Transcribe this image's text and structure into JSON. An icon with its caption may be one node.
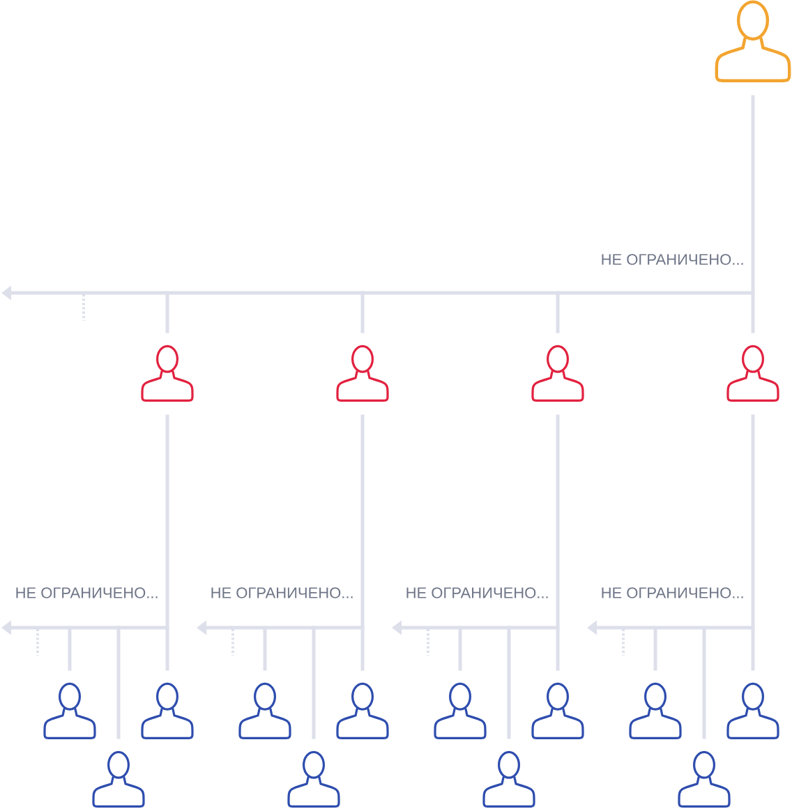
{
  "diagram": {
    "nodes": [
      {
        "text": [],
        "shape": "person"
      },
      {
        "text": [],
        "shape": "person"
      },
      {
        "text": [],
        "shape": "person"
      },
      {
        "text": [],
        "shape": "person"
      },
      {
        "text": [],
        "shape": "person"
      },
      {
        "text": [],
        "shape": "person"
      },
      {
        "text": [],
        "shape": "person"
      },
      {
        "text": [],
        "shape": "person"
      },
      {
        "text": [],
        "shape": "person"
      },
      {
        "text": [],
        "shape": "person"
      },
      {
        "text": [],
        "shape": "person"
      },
      {
        "text": [],
        "shape": "person"
      },
      {
        "text": [],
        "shape": "person"
      },
      {
        "text": [],
        "shape": "person"
      },
      {
        "text": [],
        "shape": "person"
      },
      {
        "text": [],
        "shape": "person"
      },
      {
        "text": [],
        "shape": "person"
      }
    ],
    "edges": [
      {
        "from": 0,
        "to": 1,
        "arrow": "none"
      },
      {
        "from": 0,
        "to": 2,
        "arrow": "none"
      },
      {
        "from": 0,
        "to": 3,
        "arrow": "none"
      },
      {
        "from": 0,
        "to": 4,
        "arrow": "none"
      },
      {
        "from": 0,
        "to": null,
        "arrow": "to",
        "label": "НЕ ОГРАНИЧЕНО..."
      },
      {
        "from": 1,
        "to": 5,
        "arrow": "none"
      },
      {
        "from": 1,
        "to": 13,
        "arrow": "none"
      },
      {
        "from": 1,
        "to": 6,
        "arrow": "none"
      },
      {
        "from": 1,
        "to": null,
        "arrow": "to",
        "label": "НЕ ОГРАНИЧЕНО..."
      },
      {
        "from": 2,
        "to": 7,
        "arrow": "none"
      },
      {
        "from": 2,
        "to": 14,
        "arrow": "none"
      },
      {
        "from": 2,
        "to": 8,
        "arrow": "none"
      },
      {
        "from": 2,
        "to": null,
        "arrow": "to",
        "label": "НЕ ОГРАНИЧЕНО..."
      },
      {
        "from": 3,
        "to": 9,
        "arrow": "none"
      },
      {
        "from": 3,
        "to": 15,
        "arrow": "none"
      },
      {
        "from": 3,
        "to": 10,
        "arrow": "none"
      },
      {
        "from": 3,
        "to": null,
        "arrow": "to",
        "label": "НЕ ОГРАНИЧЕНО..."
      },
      {
        "from": 4,
        "to": 11,
        "arrow": "none"
      },
      {
        "from": 4,
        "to": 16,
        "arrow": "none"
      },
      {
        "from": 4,
        "to": 12,
        "arrow": "none"
      },
      {
        "from": 4,
        "to": null,
        "arrow": "to",
        "label": "НЕ ОГРАНИЧЕНО..."
      }
    ]
  }
}
